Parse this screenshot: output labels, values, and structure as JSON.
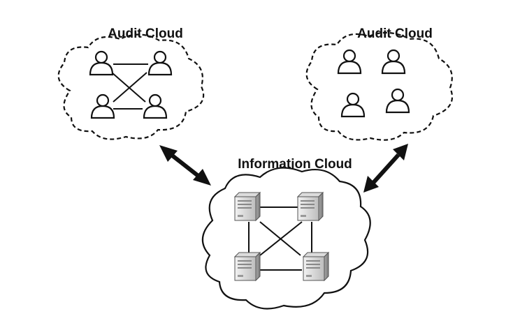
{
  "labels": {
    "audit_left": "Audit Cloud",
    "audit_right": "Audit Cloud",
    "information": "Information Cloud"
  },
  "colors": {
    "stroke": "#111111",
    "background": "#ffffff",
    "server_light": "#e6e6e6",
    "server_mid": "#bdbdbd",
    "server_dark": "#8a8a8a"
  },
  "icons": {
    "user": "user-icon",
    "server": "server-icon"
  }
}
